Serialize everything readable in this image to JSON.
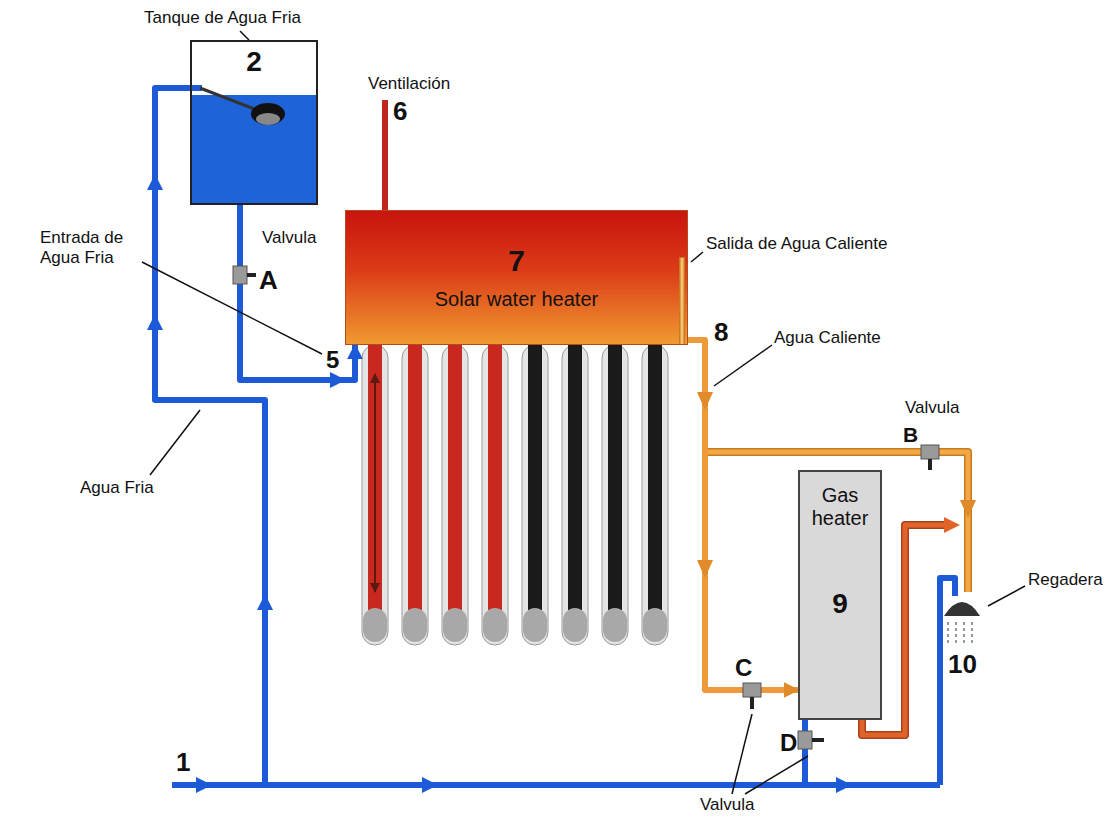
{
  "diagram": {
    "nodes": [
      {
        "text": [
          "2"
        ]
      },
      {
        "text": [
          "7",
          "Solar water heater"
        ]
      },
      {
        "text": [
          "Gas heater",
          "9"
        ]
      }
    ],
    "edges": [
      {
        "from": 0,
        "to": 1,
        "arrow": "to"
      },
      {
        "from": 1,
        "to": 2,
        "arrow": "to"
      }
    ],
    "labels": [
      "Tanque de Agua Fria",
      "Ventilación",
      "6",
      "Valvula",
      "A",
      "Entrada de Agua Fria",
      "5",
      "Salida de Agua Caliente",
      "8",
      "Agua Caliente",
      "Valvula",
      "B",
      "Agua Fria",
      "1",
      "C",
      "D",
      "Valvula",
      "Regadera",
      "10"
    ]
  }
}
